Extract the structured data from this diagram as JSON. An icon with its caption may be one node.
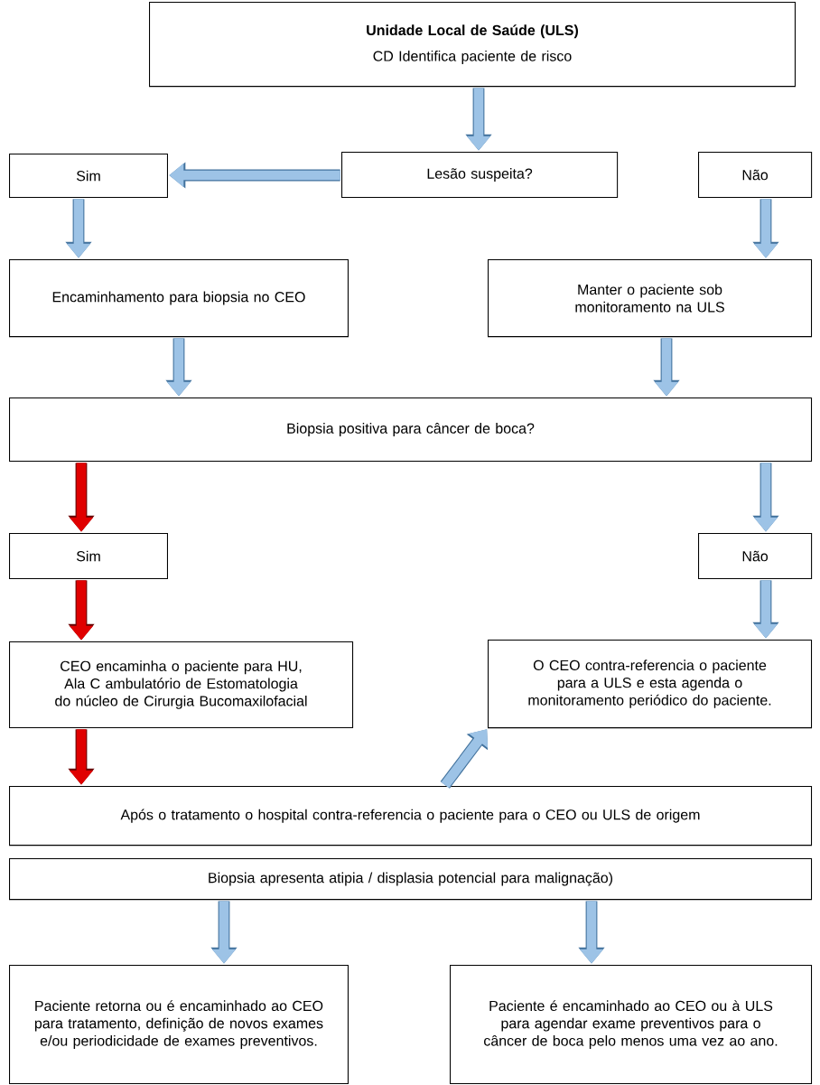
{
  "diagram": {
    "nodes": [
      {
        "text": [
          "Unidade Local de Saúde (ULS)",
          "CD Identifica paciente de risco"
        ]
      },
      {
        "text": [
          "Sim"
        ]
      },
      {
        "text": [
          "Lesão suspeita?"
        ]
      },
      {
        "text": [
          "Não"
        ]
      },
      {
        "text": [
          "Encaminhamento para biopsia no CEO"
        ]
      },
      {
        "text": [
          "Manter o paciente sob monitoramento na ULS"
        ]
      },
      {
        "text": [
          "Biopsia positiva para câncer de boca?"
        ]
      },
      {
        "text": [
          "Sim"
        ]
      },
      {
        "text": [
          "Não"
        ]
      },
      {
        "text": [
          "CEO encaminha o paciente para HU, Ala C ambulatório de Estomatologia do núcleo de Cirurgia Bucomaxilofacial"
        ]
      },
      {
        "text": [
          "O CEO contra-referencia o paciente para a ULS e esta agenda o monitoramento periódico do paciente."
        ]
      },
      {
        "text": [
          "Após o tratamento o hospital contra-referencia o paciente para o CEO ou ULS de origem"
        ]
      },
      {
        "text": [
          "Biopsia apresenta atipia / displasia potencial para malignação)"
        ]
      },
      {
        "text": [
          "Paciente retorna ou é encaminhado ao CEO para tratamento, definição de novos exames e/ou periodicidade de exames preventivos."
        ]
      },
      {
        "text": [
          "Paciente é encaminhado ao CEO ou à ULS para agendar exame preventivos para o câncer de boca pelo menos uma vez ao ano."
        ]
      }
    ],
    "edges": [
      {
        "from": 0,
        "to": 2,
        "arrow": "to"
      },
      {
        "from": 2,
        "to": 1,
        "arrow": "to"
      },
      {
        "from": 1,
        "to": 4,
        "arrow": "to"
      },
      {
        "from": 3,
        "to": 5,
        "arrow": "to"
      },
      {
        "from": 4,
        "to": 6,
        "arrow": "to"
      },
      {
        "from": 5,
        "to": 6,
        "arrow": "to"
      },
      {
        "from": 6,
        "to": 7,
        "arrow": "to",
        "color": "#e00000"
      },
      {
        "from": 6,
        "to": 8,
        "arrow": "to"
      },
      {
        "from": 7,
        "to": 9,
        "arrow": "to",
        "color": "#e00000"
      },
      {
        "from": 8,
        "to": 10,
        "arrow": "to"
      },
      {
        "from": 9,
        "to": 11,
        "arrow": "to",
        "color": "#e00000"
      },
      {
        "from": 11,
        "to": 10,
        "arrow": "to"
      },
      {
        "from": 12,
        "to": 13,
        "arrow": "to"
      },
      {
        "from": 12,
        "to": 14,
        "arrow": "to"
      }
    ]
  }
}
